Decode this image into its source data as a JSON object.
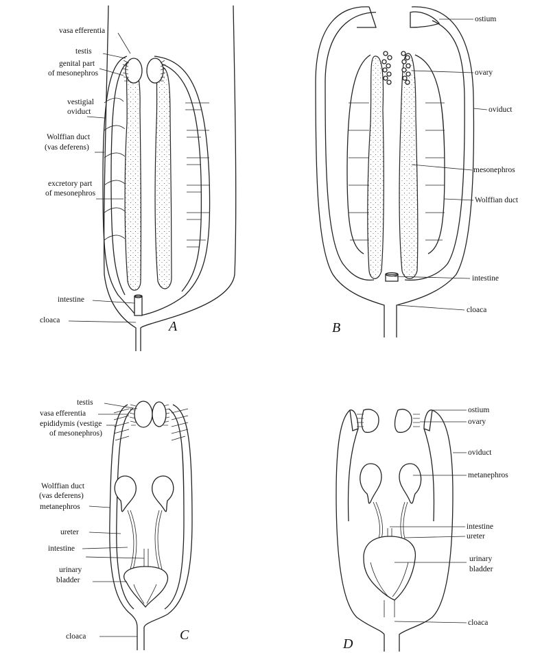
{
  "panels": {
    "A": {
      "letter": "A",
      "labels": {
        "vasa_efferentia": "vasa efferentia",
        "testis": "testis",
        "genital_part_1": "genital part",
        "genital_part_2": "of mesonephros",
        "vestigial_1": "vestigial",
        "vestigial_2": "oviduct",
        "wolffian_1": "Wolffian duct",
        "wolffian_2": "(vas deferens)",
        "excretory_1": "excretory part",
        "excretory_2": "of mesonephros",
        "intestine": "intestine",
        "cloaca": "cloaca"
      }
    },
    "B": {
      "letter": "B",
      "labels": {
        "ostium": "ostium",
        "ovary": "ovary",
        "oviduct": "oviduct",
        "mesonephros": "mesonephros",
        "wolffian": "Wolffian duct",
        "intestine": "intestine",
        "cloaca": "cloaca"
      }
    },
    "C": {
      "letter": "C",
      "labels": {
        "testis": "testis",
        "vasa_efferentia": "vasa efferentia",
        "epididymis_1": "epididymis (vestige",
        "epididymis_2": "of mesonephros)",
        "wolffian_1": "Wolffian duct",
        "wolffian_2": "(vas deferens)",
        "metanephros": "metanephros",
        "ureter": "ureter",
        "intestine": "intestine",
        "bladder_1": "urinary",
        "bladder_2": "bladder",
        "cloaca": "cloaca"
      }
    },
    "D": {
      "letter": "D",
      "labels": {
        "ostium": "ostium",
        "ovary": "ovary",
        "oviduct": "oviduct",
        "metanephros": "metanephros",
        "intestine": "intestine",
        "ureter": "ureter",
        "bladder_1": "urinary",
        "bladder_2": "bladder",
        "cloaca": "cloaca"
      }
    }
  }
}
